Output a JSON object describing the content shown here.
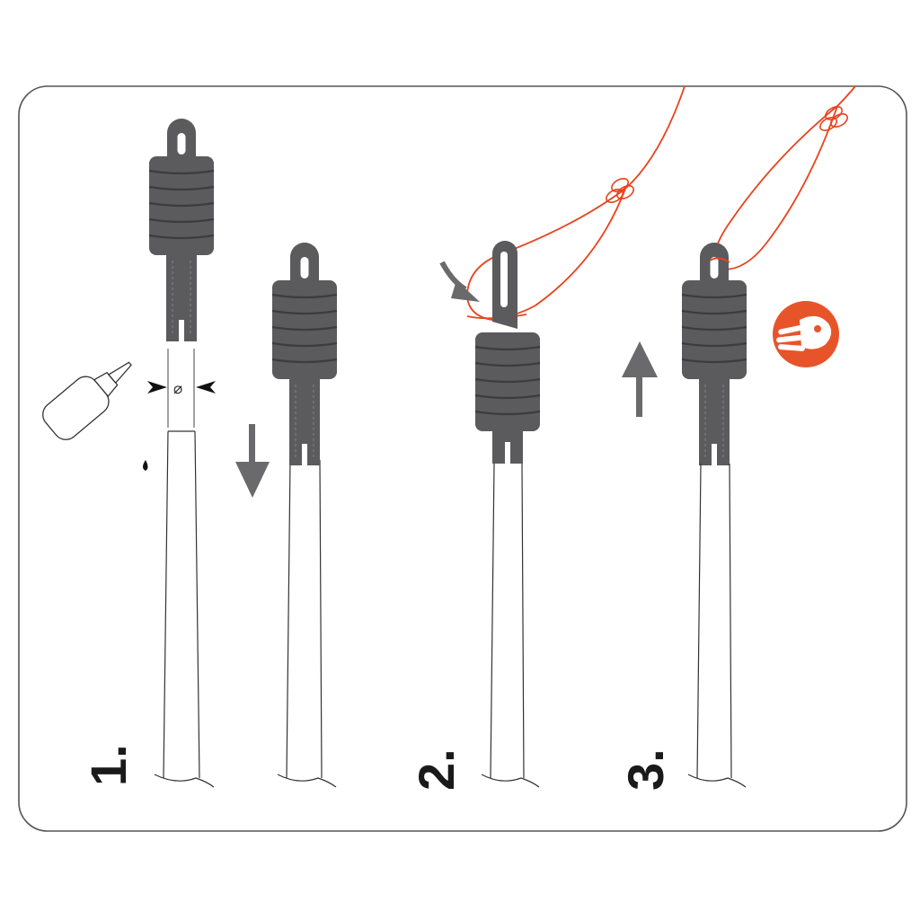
{
  "panel": {
    "background": "#ffffff",
    "border": "#555555"
  },
  "colors": {
    "clip_body": "#5b5b5d",
    "clip_dark": "#3f3f41",
    "line": "#e8431c",
    "arrow": "#6a6a6c",
    "badge": "#e8542a"
  },
  "steps": [
    {
      "label": "1.",
      "action": "glue-and-insert"
    },
    {
      "label": "2.",
      "action": "hook-line-loop"
    },
    {
      "label": "3.",
      "action": "pull-tight"
    }
  ],
  "diameter_symbol": "⌀",
  "icons": {
    "glue": "glue-bottle-icon",
    "down": "arrow-down-icon",
    "up": "arrow-up-icon",
    "hook": "curved-arrow-icon",
    "badge": "hand-pull-icon"
  }
}
